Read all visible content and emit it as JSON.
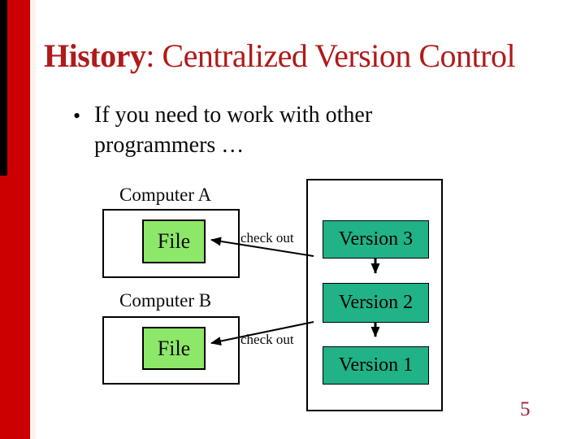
{
  "slide": {
    "title_emphasis": "History",
    "title_rest": ": Centralized Version Control",
    "bullet_marker": "•",
    "bullet_line1": "If you need to work with other",
    "bullet_line2": "programmers …",
    "page_number": "5"
  },
  "diagram": {
    "computer_a_label": "Computer A",
    "computer_b_label": "Computer B",
    "file_a_label": "File",
    "file_b_label": "File",
    "checkout_a_label": "check out",
    "checkout_b_label": "check out",
    "versions": [
      "Version 3",
      "Version 2",
      "Version 1"
    ]
  },
  "colors": {
    "sidebar_red": "#cc0000",
    "sidebar_black_accent": "#000000",
    "title_red": "#b01a1a",
    "file_box_green": "#8de869",
    "version_box_teal": "#21b287",
    "page_number_red": "#a32036",
    "arrow_black": "#000000"
  }
}
